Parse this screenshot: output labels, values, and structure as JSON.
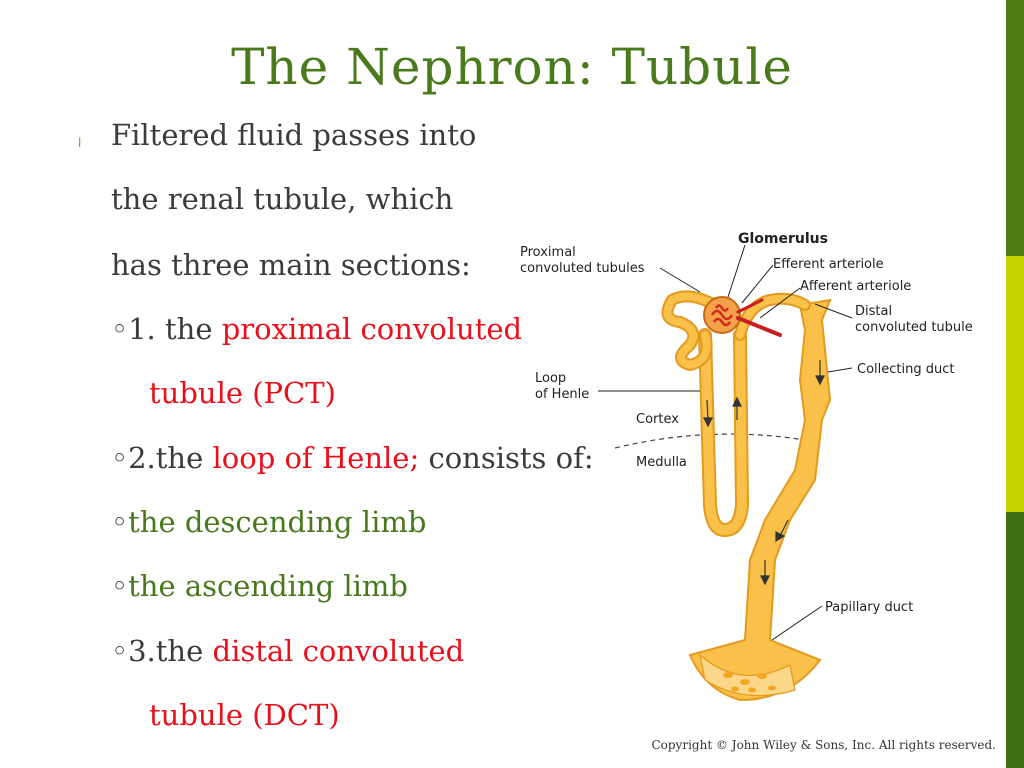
{
  "slide": {
    "title": "The Nephron: Tubule",
    "bullet_glyph": "l",
    "lines": [
      "Filtered fluid passes into",
      "the renal tubule, which",
      "has three main sections:"
    ],
    "item1_prefix": "◦1. the ",
    "item1_term_a": "proximal convoluted",
    "item1_term_b": "tubule (PCT)",
    "item2_prefix": "◦2.the ",
    "item2_term": "loop of Henle;",
    "item2_suffix": " consists of:",
    "sub1_prefix": "◦",
    "sub1_text": "the descending limb",
    "sub2_prefix": "◦",
    "sub2_text": "the ascending limb",
    "item3_prefix": "◦3.the ",
    "item3_term_a": "distal convoluted",
    "item3_term_b": "tubule (DCT)"
  },
  "diagram": {
    "labels": {
      "glomerulus": "Glomerulus",
      "pct_line1": "Proximal",
      "pct_line2": "convoluted tubules",
      "efferent": "Efferent arteriole",
      "afferent": "Afferent arteriole",
      "dct_line1": "Distal",
      "dct_line2": "convoluted tubule",
      "collecting": "Collecting duct",
      "loop_line1": "Loop",
      "loop_line2": "of Henle",
      "cortex": "Cortex",
      "medulla": "Medulla",
      "papillary": "Papillary duct"
    }
  },
  "footer": {
    "copyright": "Copyright © John Wiley & Sons, Inc. All rights reserved."
  },
  "colors": {
    "title": "#4a7a1c",
    "highlight_red": "#e8101b",
    "highlight_green": "#47791c",
    "tubule_fill": "#f9c04a",
    "tubule_stroke": "#e39a1e",
    "bar_dark_green": "#4e7c12",
    "bar_lime": "#c6d400"
  }
}
